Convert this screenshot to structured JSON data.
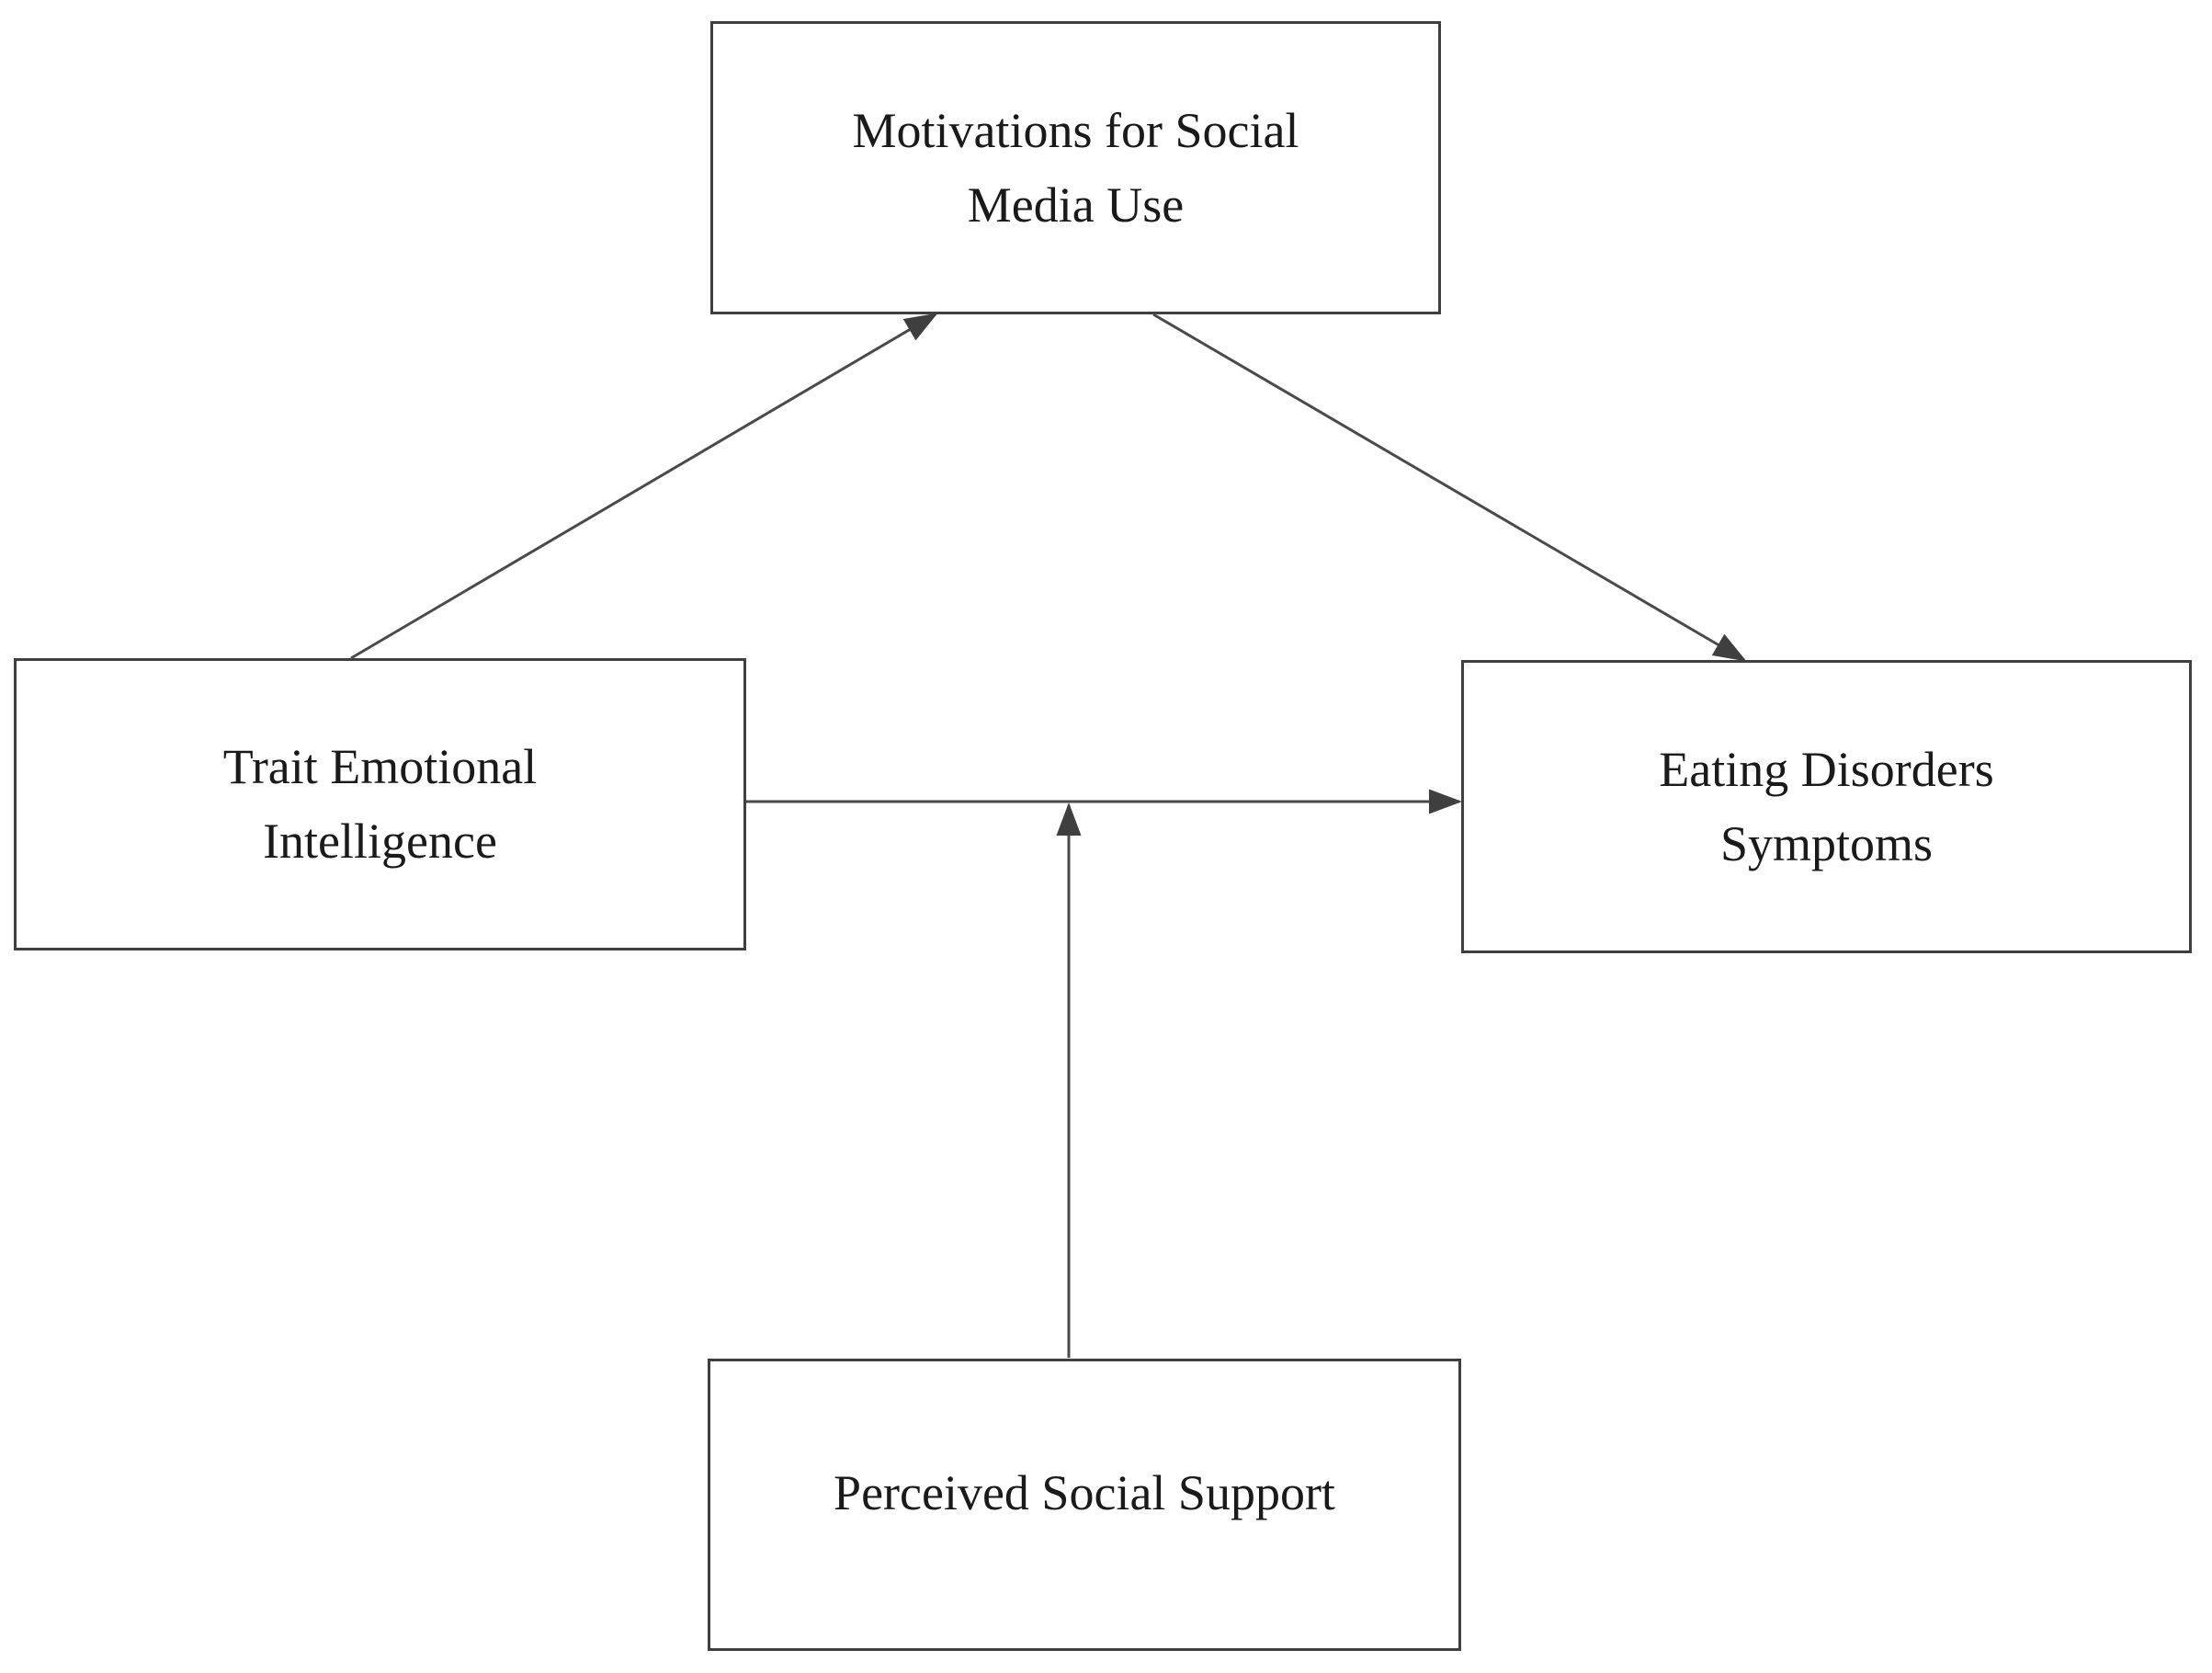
{
  "diagram": {
    "type": "path-model",
    "background_color": "#ffffff",
    "box_border_color": "#3f3f3f",
    "arrow_color": "#4a4a4a",
    "text_color": "#1a1a1a",
    "nodes": {
      "motivations": {
        "label": "Motivations for Social Media Use",
        "lines": [
          "Motivations for Social",
          "Media Use"
        ]
      },
      "trait_ei": {
        "label": "Trait Emotional Intelligence",
        "lines": [
          "Trait Emotional",
          "Intelligence"
        ]
      },
      "eating_disorders": {
        "label": "Eating Disorders Symptoms",
        "lines": [
          "Eating Disorders",
          "Symptoms"
        ]
      },
      "social_support": {
        "label": "Perceived Social Support",
        "lines": [
          "Perceived Social Support"
        ]
      }
    },
    "edges": [
      {
        "from": "Trait Emotional Intelligence",
        "to": "Motivations for Social Media Use",
        "style": "solid",
        "arrowhead": "filled-triangle"
      },
      {
        "from": "Motivations for Social Media Use",
        "to": "Eating Disorders Symptoms",
        "style": "solid",
        "arrowhead": "filled-triangle"
      },
      {
        "from": "Trait Emotional Intelligence",
        "to": "Eating Disorders Symptoms",
        "style": "solid",
        "arrowhead": "filled-triangle"
      },
      {
        "from": "Perceived Social Support",
        "to": "path between Trait Emotional Intelligence and Eating Disorders Symptoms (moderation arrow)",
        "style": "solid",
        "arrowhead": "filled-triangle"
      }
    ]
  }
}
